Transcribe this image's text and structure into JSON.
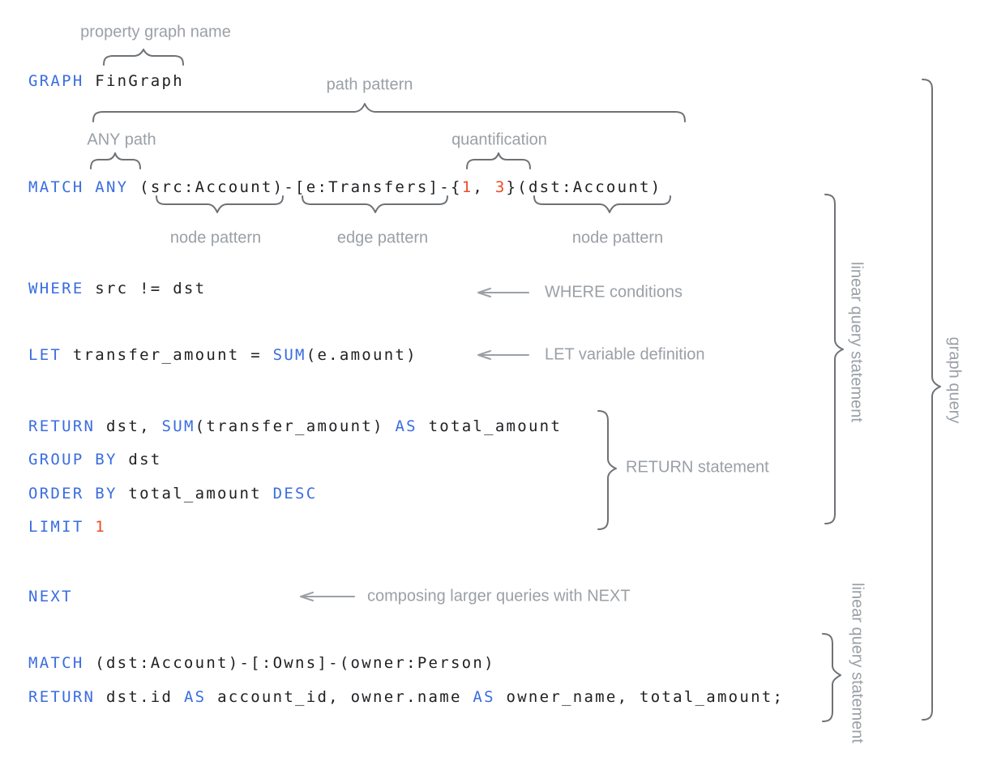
{
  "colors": {
    "keyword_blue": "#3A6DE0",
    "number_red": "#EC4C27",
    "code_text": "#202124",
    "annotation_gray": "#9AA0A6",
    "brace_gray": "#6E7276"
  },
  "code": {
    "lines": [
      {
        "name": "graph-clause",
        "tokens": [
          {
            "t": "GRAPH",
            "c": "k"
          },
          {
            "t": " FinGraph",
            "c": "p"
          }
        ]
      },
      {
        "name": "match-clause",
        "tokens": [
          {
            "t": "MATCH",
            "c": "k"
          },
          {
            "t": " ",
            "c": "p"
          },
          {
            "t": "ANY",
            "c": "k"
          },
          {
            "t": " (src:Account)-[e:Transfers]-{",
            "c": "p"
          },
          {
            "t": "1",
            "c": "n"
          },
          {
            "t": ", ",
            "c": "p"
          },
          {
            "t": "3",
            "c": "n"
          },
          {
            "t": "}(dst:Account)",
            "c": "p"
          }
        ]
      },
      {
        "name": "where-clause",
        "tokens": [
          {
            "t": "WHERE",
            "c": "k"
          },
          {
            "t": " src != dst",
            "c": "p"
          }
        ]
      },
      {
        "name": "let-clause",
        "tokens": [
          {
            "t": "LET",
            "c": "k"
          },
          {
            "t": " transfer_amount = ",
            "c": "p"
          },
          {
            "t": "SUM",
            "c": "k"
          },
          {
            "t": "(e.amount)",
            "c": "p"
          }
        ]
      },
      {
        "name": "return-clause",
        "tokens": [
          {
            "t": "RETURN",
            "c": "k"
          },
          {
            "t": " dst, ",
            "c": "p"
          },
          {
            "t": "SUM",
            "c": "k"
          },
          {
            "t": "(transfer_amount) ",
            "c": "p"
          },
          {
            "t": "AS",
            "c": "k"
          },
          {
            "t": " total_amount",
            "c": "p"
          }
        ]
      },
      {
        "name": "group-by-clause",
        "tokens": [
          {
            "t": "GROUP BY",
            "c": "k"
          },
          {
            "t": " dst",
            "c": "p"
          }
        ]
      },
      {
        "name": "order-by-clause",
        "tokens": [
          {
            "t": "ORDER BY",
            "c": "k"
          },
          {
            "t": " total_amount ",
            "c": "p"
          },
          {
            "t": "DESC",
            "c": "k"
          }
        ]
      },
      {
        "name": "limit-clause",
        "tokens": [
          {
            "t": "LIMIT",
            "c": "k"
          },
          {
            "t": " ",
            "c": "p"
          },
          {
            "t": "1",
            "c": "n"
          }
        ]
      },
      {
        "name": "next-clause",
        "tokens": [
          {
            "t": "NEXT",
            "c": "k"
          }
        ]
      },
      {
        "name": "match-clause-2",
        "tokens": [
          {
            "t": "MATCH",
            "c": "k"
          },
          {
            "t": " (dst:Account)-[:Owns]-(owner:Person)",
            "c": "p"
          }
        ]
      },
      {
        "name": "return-clause-2",
        "tokens": [
          {
            "t": "RETURN",
            "c": "k"
          },
          {
            "t": " dst.id ",
            "c": "p"
          },
          {
            "t": "AS",
            "c": "k"
          },
          {
            "t": " account_id, owner.name ",
            "c": "p"
          },
          {
            "t": "AS",
            "c": "k"
          },
          {
            "t": " owner_name, total_amount;",
            "c": "p"
          }
        ]
      }
    ]
  },
  "annotations": {
    "property_graph_name": "property graph name",
    "path_pattern": "path pattern",
    "any_path": "ANY path",
    "quantification": "quantification",
    "node_pattern_1": "node pattern",
    "edge_pattern": "edge pattern",
    "node_pattern_2": "node pattern",
    "where_conditions": "WHERE conditions",
    "let_variable_definition": "LET variable definition",
    "return_statement": "RETURN statement",
    "composing_next": "composing larger queries with NEXT",
    "linear_query_statement_1": "linear query statement",
    "graph_query": "graph query",
    "linear_query_statement_2": "linear query statement"
  }
}
